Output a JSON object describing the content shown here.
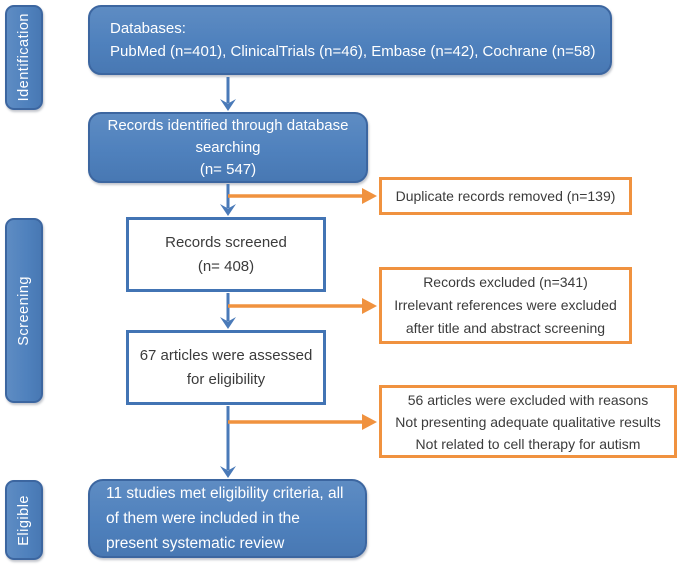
{
  "palette": {
    "blue_fill": "#4f81bd",
    "blue_border": "#3c66a0",
    "white_box_blue_border": "#4274b4",
    "orange": "#f0923f",
    "dark_text": "#3b3b3b",
    "light_text": "#ffffff"
  },
  "sidebar": {
    "items": [
      {
        "label": "Identification"
      },
      {
        "label": "Screening"
      },
      {
        "label": "Eligible"
      }
    ]
  },
  "boxes": {
    "databases": {
      "lines": [
        "Databases:",
        "PubMed (n=401), ClinicalTrials (n=46), Embase (n=42), Cochrane (n=58)"
      ]
    },
    "identified": {
      "lines": [
        "Records identified through database",
        "searching",
        "(n= 547)"
      ]
    },
    "duplicates": {
      "lines": [
        "Duplicate records removed (n=139)"
      ]
    },
    "screened": {
      "lines": [
        "Records screened",
        "(n= 408)"
      ]
    },
    "excluded_screening": {
      "lines": [
        "Records excluded (n=341)",
        "Irrelevant references were excluded",
        "after title and abstract screening"
      ]
    },
    "assessed": {
      "lines": [
        "67 articles were assessed",
        "for eligibility"
      ]
    },
    "excluded_eligibility": {
      "lines": [
        "56 articles were excluded with reasons",
        "Not presenting adequate qualitative results",
        "Not related to cell therapy for autism"
      ]
    },
    "included": {
      "lines": [
        "11 studies met eligibility criteria, all",
        "of them were included in the",
        "present systematic review"
      ]
    }
  }
}
